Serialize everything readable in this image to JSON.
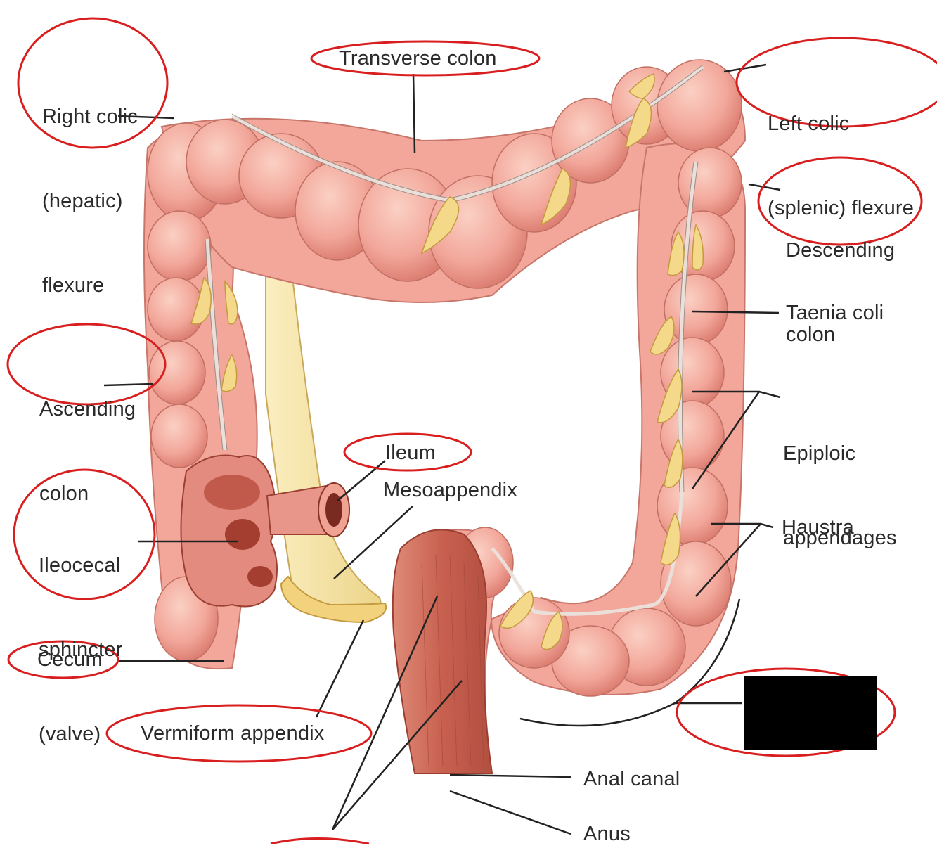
{
  "colors": {
    "colon_fill": "#f2a79a",
    "colon_highlight": "#f9c6ba",
    "colon_shadow": "#d9786c",
    "fat_fill": "#f5d98a",
    "mesoappendix_fill": "#f6e7a6",
    "rectum_muscle": "#c8604f",
    "leader_line": "#222222",
    "callout_ring": "#d81e1e",
    "redaction": "#000000"
  },
  "labels": {
    "right_colic": [
      "Right colic",
      "(hepatic)",
      "flexure"
    ],
    "transverse_colon": "Transverse colon",
    "left_colic": [
      "Left colic",
      "(splenic) flexure"
    ],
    "descending_colon": [
      "Descending",
      "colon"
    ],
    "taenia_coli": "Taenia coli",
    "ascending_colon": [
      "Ascending",
      "colon"
    ],
    "epiploic_appendages": [
      "Epiploic",
      "appendages"
    ],
    "ileum": "Ileum",
    "mesoappendix": "Mesoappendix",
    "haustra": "Haustra",
    "ileocecal": [
      "Ileocecal",
      "sphincter",
      "(valve)"
    ],
    "cecum": "Cecum",
    "vermiform_appendix": "Vermiform appendix",
    "anal_canal": "Anal canal",
    "anus": "Anus"
  }
}
